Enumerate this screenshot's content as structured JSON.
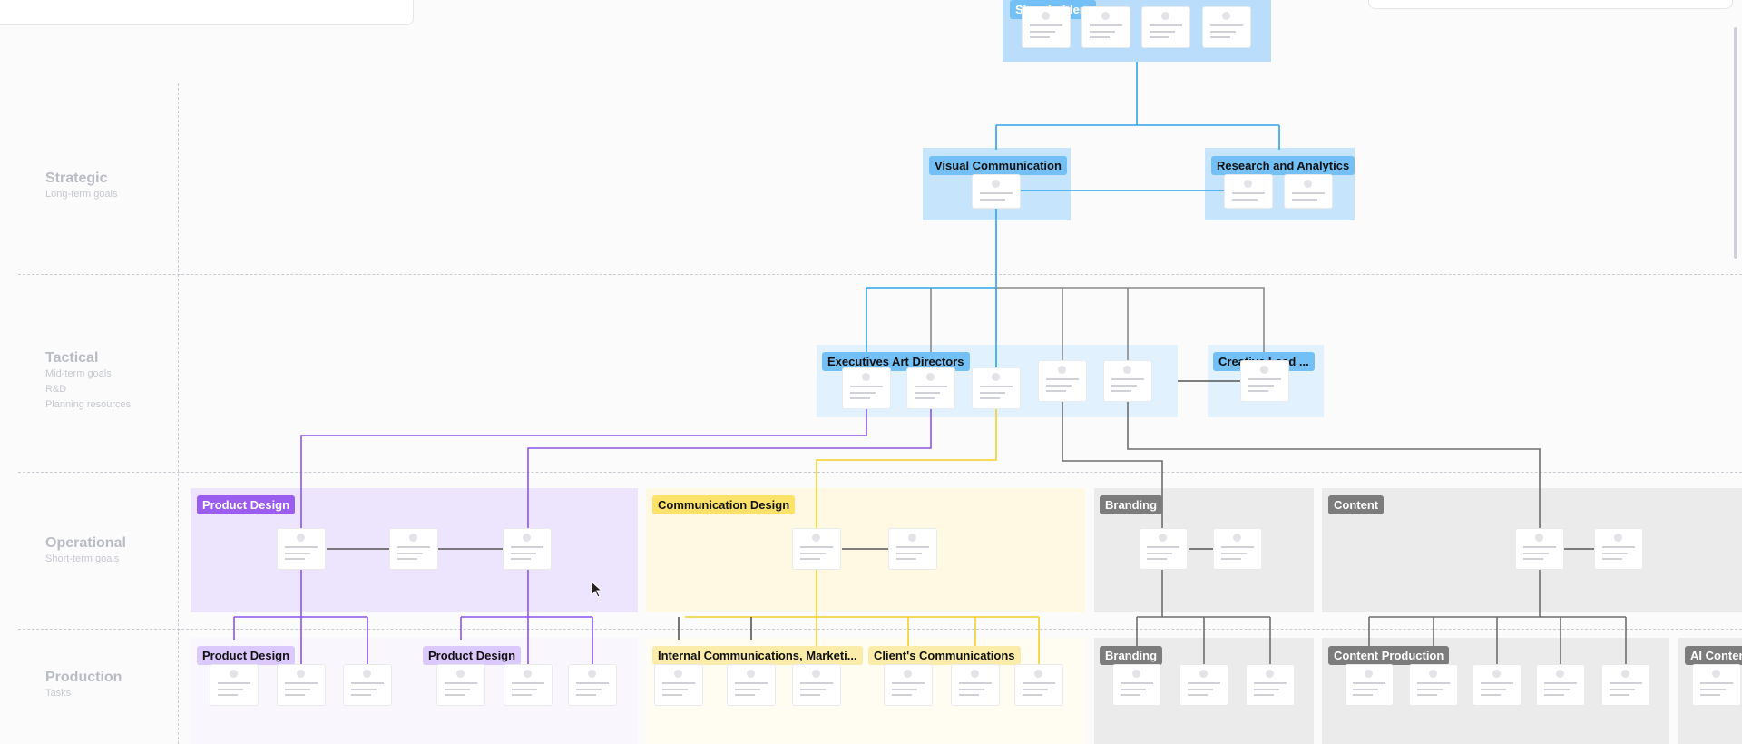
{
  "levels": [
    {
      "title": "Strategic",
      "desc": [
        "Long-term goals"
      ]
    },
    {
      "title": "Tactical",
      "desc": [
        "Mid-term goals",
        "R&D",
        "Planning resources"
      ]
    },
    {
      "title": "Operational",
      "desc": [
        "Short-term goals"
      ]
    },
    {
      "title": "Production",
      "desc": [
        "Tasks"
      ]
    }
  ],
  "groups": {
    "shareholders": "Shareholders",
    "visual_communication": "Visual Communication",
    "research_analytics": "Research and Analytics",
    "executives": "Executives Art Directors",
    "creative_lead": "Creative Lead ...",
    "product_design": "Product Design",
    "communication_design": "Communication Design",
    "branding": "Branding",
    "content": "Content",
    "prod_product_design_a": "Product Design",
    "prod_product_design_b": "Product Design",
    "internal_comms": "Internal Communications, Marketi...",
    "clients_comms": "Client's Communications",
    "prod_branding": "Branding",
    "content_production": "Content Production",
    "ai_content": "AI Conten"
  },
  "colors": {
    "blue_group": "#c6e4fb",
    "blue_group_light": "#e1f1fd",
    "blue_tag": "#72c0f5",
    "purple_group": "#ede4fd",
    "purple_tag": "#9b5cf0",
    "purple_tag_light": "#dcc9fb",
    "yellow_group": "#fff9e4",
    "yellow_tag": "#fde26a",
    "gray_group": "#ebebeb",
    "gray_tag": "#7c7c7c",
    "line_blue": "#2ea3e8",
    "line_purple": "#8a55e8",
    "line_yellow": "#f3cf2a",
    "line_gray": "#8a8a8a"
  },
  "icons": {
    "cursor": "mouse-pointer-icon",
    "avatar": "avatar-placeholder-icon"
  }
}
